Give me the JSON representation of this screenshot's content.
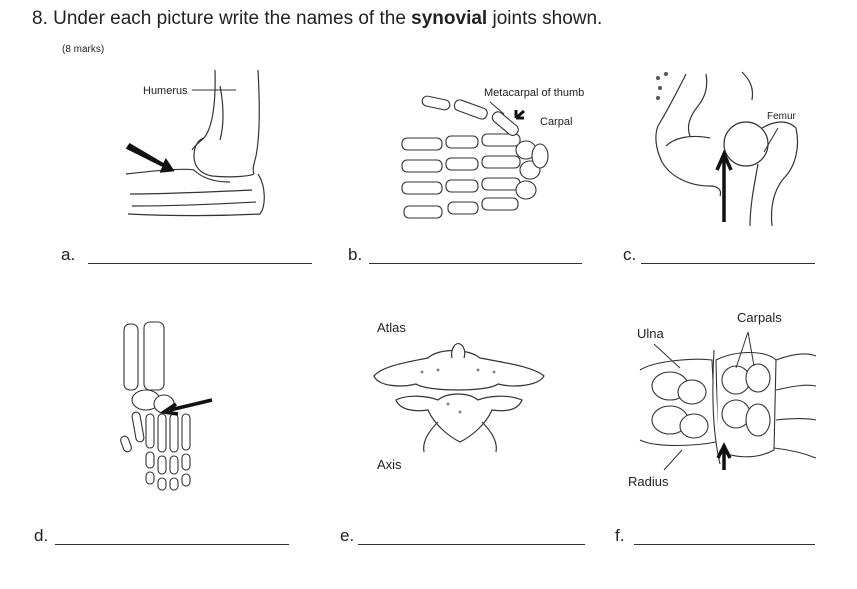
{
  "question": {
    "number": "8.",
    "text_before": "Under each picture write the names of the",
    "text_bold": "synovial",
    "text_after": "joints shown.",
    "marks": "(8 marks)"
  },
  "pictures": {
    "a": {
      "letter": "a.",
      "labels": {
        "humerus": "Humerus"
      }
    },
    "b": {
      "letter": "b.",
      "labels": {
        "metacarpal": "Metacarpal of thumb",
        "carpal": "Carpal"
      }
    },
    "c": {
      "letter": "c.",
      "labels": {
        "femur": "Femur"
      }
    },
    "d": {
      "letter": "d.",
      "labels": {}
    },
    "e": {
      "letter": "e.",
      "labels": {
        "atlas": "Atlas",
        "axis": "Axis"
      }
    },
    "f": {
      "letter": "f.",
      "labels": {
        "ulna": "Ulna",
        "carpals": "Carpals",
        "radius": "Radius"
      }
    }
  }
}
